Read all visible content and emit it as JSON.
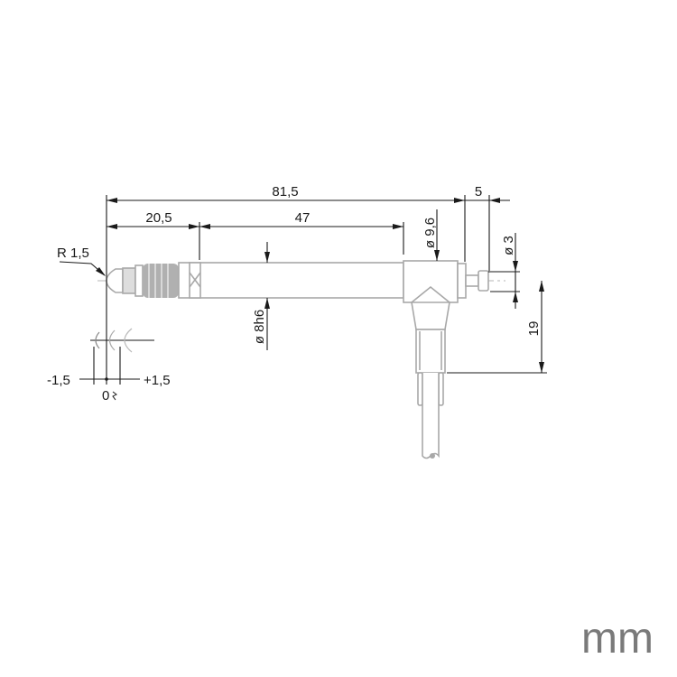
{
  "drawing": {
    "dimensions": {
      "overall_length": "81,5",
      "tip_length": "20,5",
      "body_length": "47",
      "end_length": "5",
      "tip_radius": "R 1,5",
      "housing_diameter": "ø 9,6",
      "shaft_diameter": "ø 8h6",
      "end_diameter": "ø 3",
      "cable_offset": "19"
    },
    "travel": {
      "minus": "-1,5",
      "zero": "0",
      "plus": "+1,5"
    },
    "unit": "mm",
    "colors": {
      "dimension": "#1a1a1a",
      "part": "#a8a8a8",
      "unit": "#7a7a7a"
    }
  }
}
